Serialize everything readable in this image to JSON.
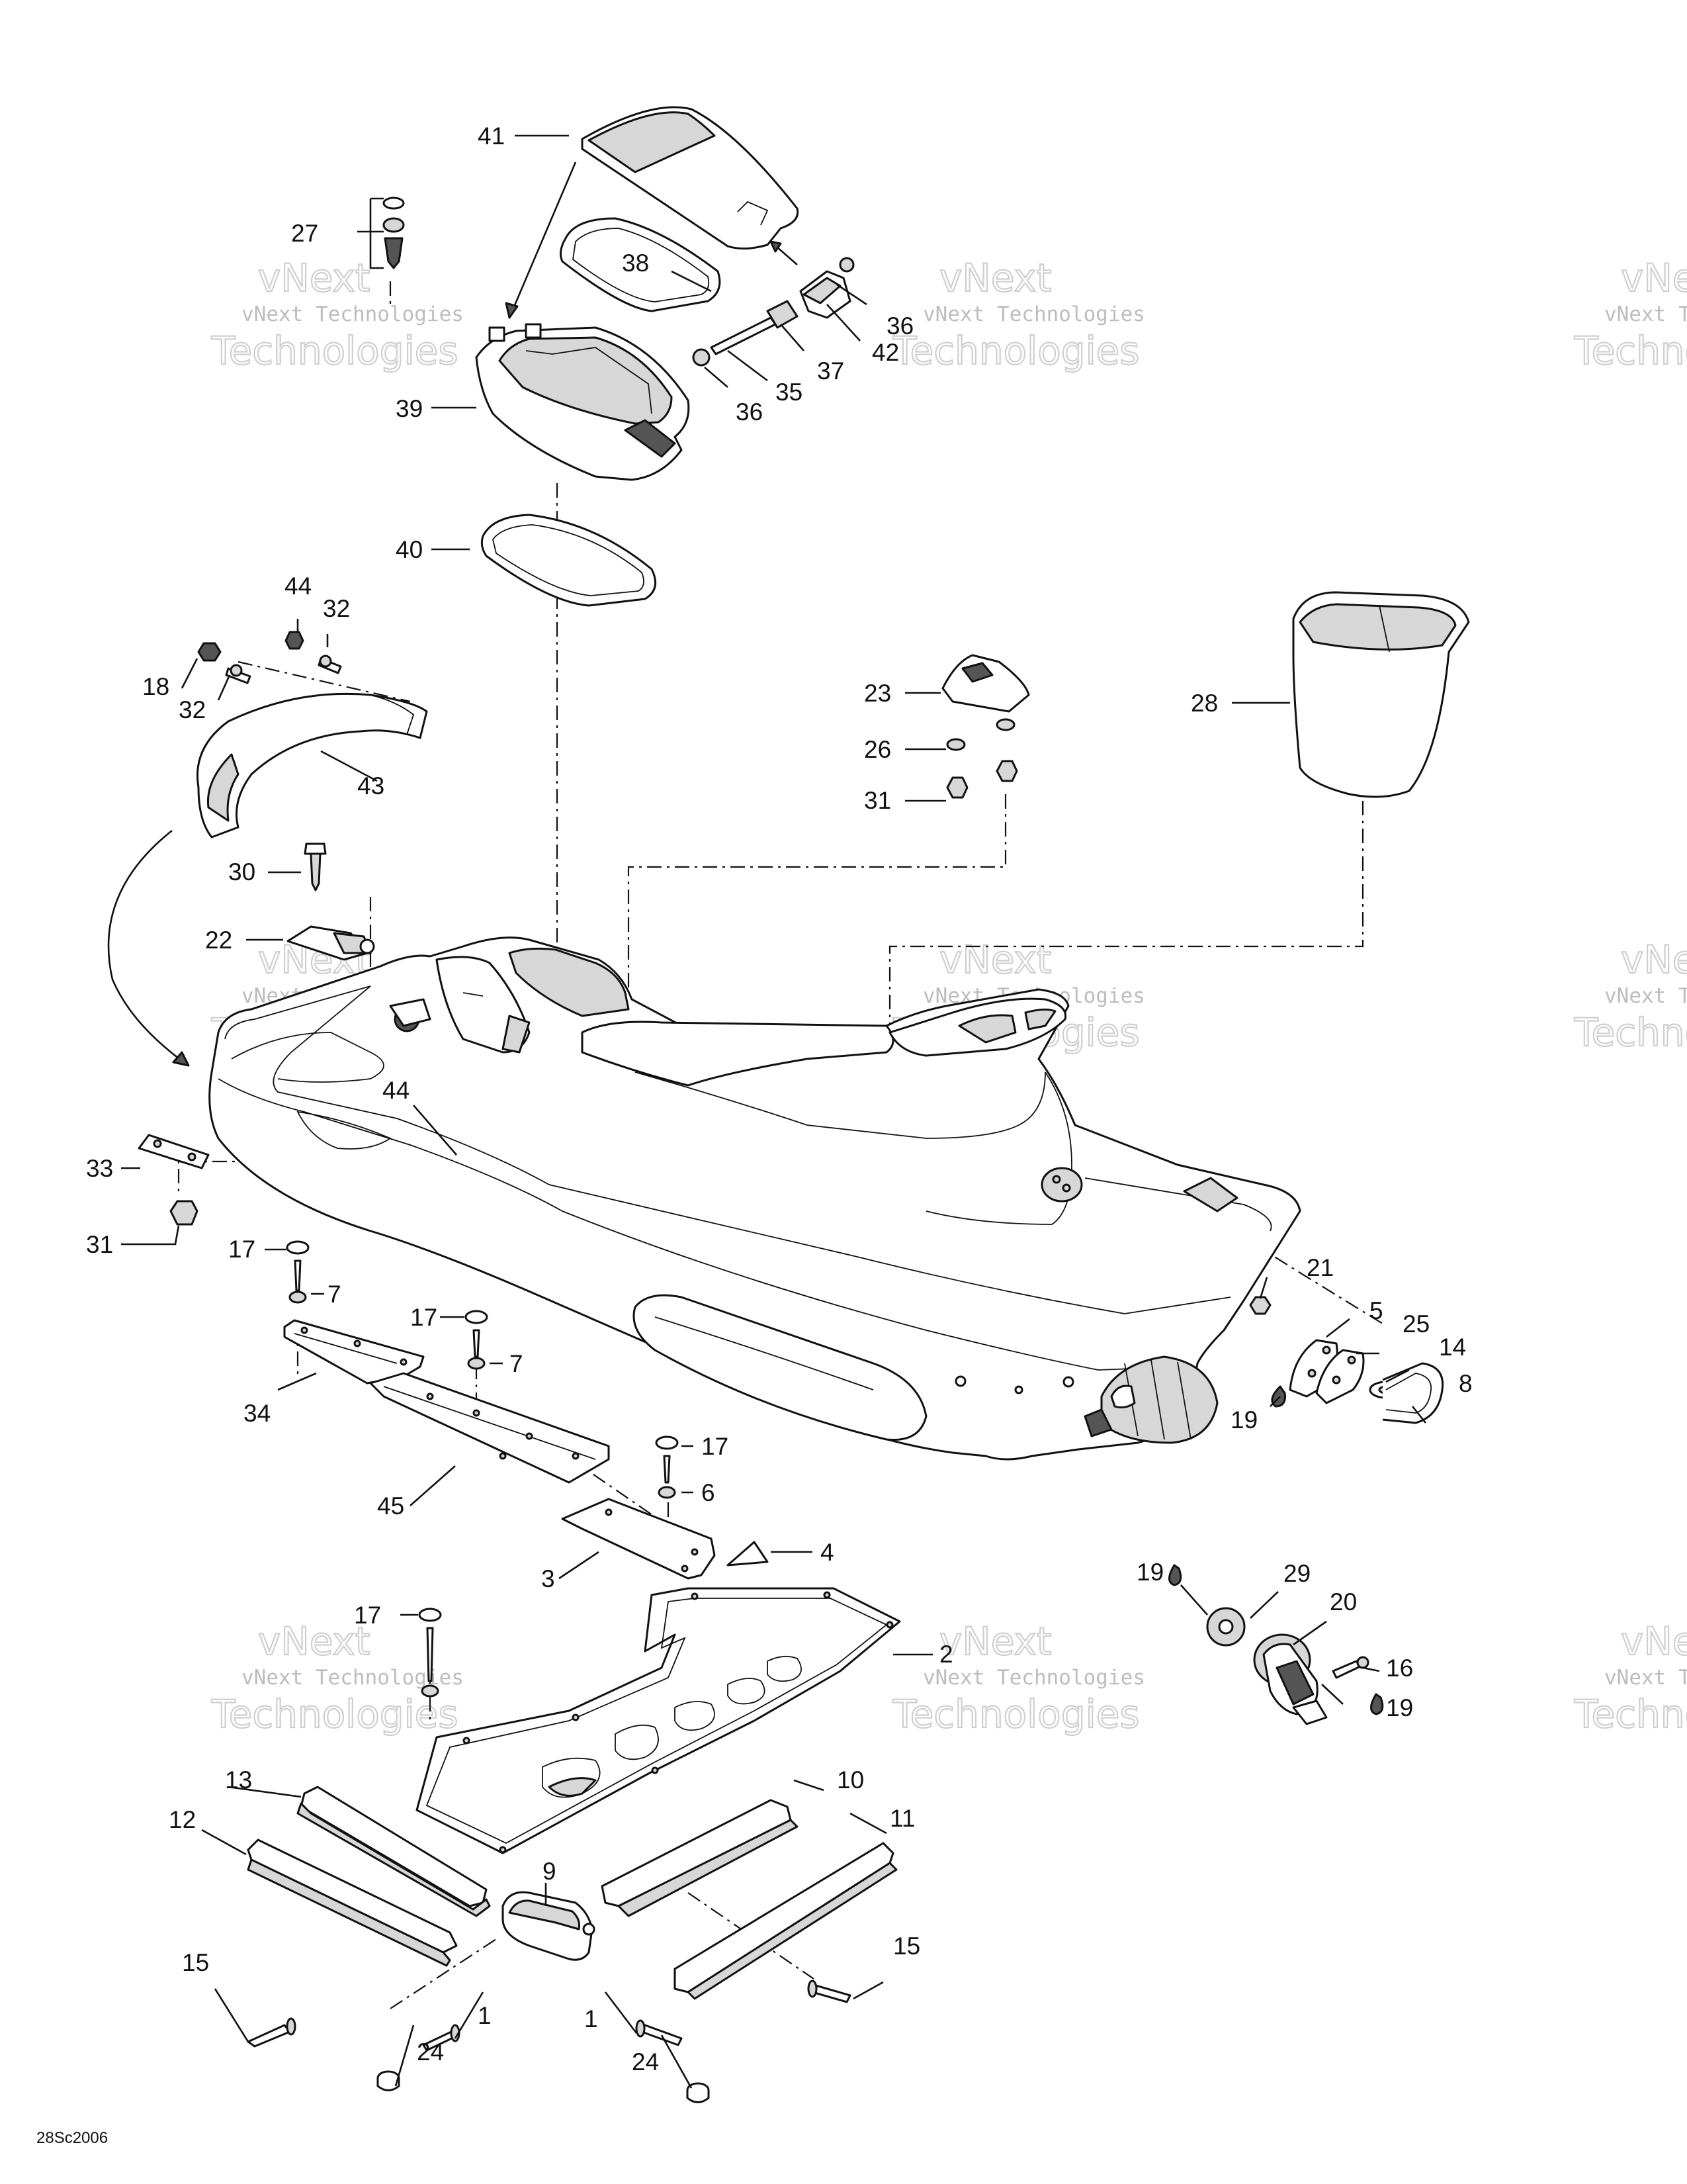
{
  "drawing_code": "28Sc2006",
  "watermark": {
    "line1": "vNext Technologies",
    "line2": "vNext",
    "line3": "Technologies"
  },
  "callouts": {
    "c1a": "1",
    "c1b": "1",
    "c2": "2",
    "c3": "3",
    "c4": "4",
    "c5": "5",
    "c6": "6",
    "c7a": "7",
    "c7b": "7",
    "c8": "8",
    "c9": "9",
    "c10": "10",
    "c11": "11",
    "c12": "12",
    "c13": "13",
    "c14": "14",
    "c15a": "15",
    "c15b": "15",
    "c16": "16",
    "c17a": "17",
    "c17b": "17",
    "c17c": "17",
    "c17d": "17",
    "c18": "18",
    "c19a": "19",
    "c19b": "19",
    "c19c": "19",
    "c20": "20",
    "c21": "21",
    "c22": "22",
    "c23": "23",
    "c24a": "24",
    "c24b": "24",
    "c25": "25",
    "c26": "26",
    "c27": "27",
    "c28": "28",
    "c29": "29",
    "c30": "30",
    "c31a": "31",
    "c31b": "31",
    "c32a": "32",
    "c32b": "32",
    "c33": "33",
    "c34": "34",
    "c35": "35",
    "c36a": "36",
    "c36b": "36",
    "c37": "37",
    "c38": "38",
    "c39": "39",
    "c40": "40",
    "c41": "41",
    "c42": "42",
    "c43": "43",
    "c44a": "44",
    "c44b": "44",
    "c45": "45"
  }
}
